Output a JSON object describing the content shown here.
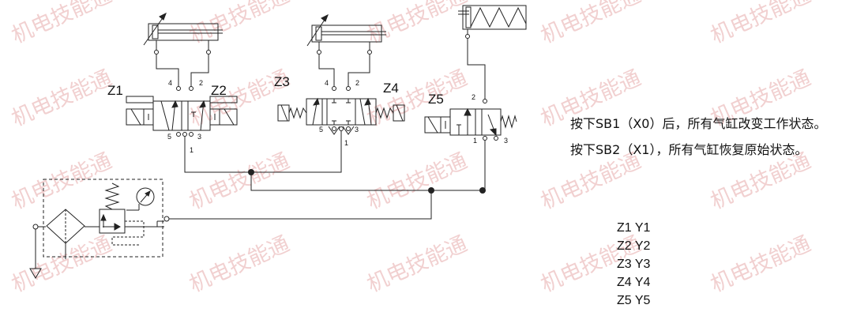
{
  "watermark": "机电技能通",
  "cylinders": {
    "z1": "Z1",
    "z2": "Z2",
    "z3": "Z3",
    "z4": "Z4",
    "z5": "Z5"
  },
  "ports": {
    "p1": "1",
    "p2": "2",
    "p3": "3",
    "p4": "4",
    "p5": "5"
  },
  "notes": {
    "line1": "按下SB1（X0）后，所有气缸改变工作状态。",
    "line2": "按下SB2（X1），所有气缸恢复原始状态。"
  },
  "mapping": [
    "Z1 Y1",
    "Z2 Y2",
    "Z3 Y3",
    "Z4 Y4",
    "Z5 Y5"
  ]
}
